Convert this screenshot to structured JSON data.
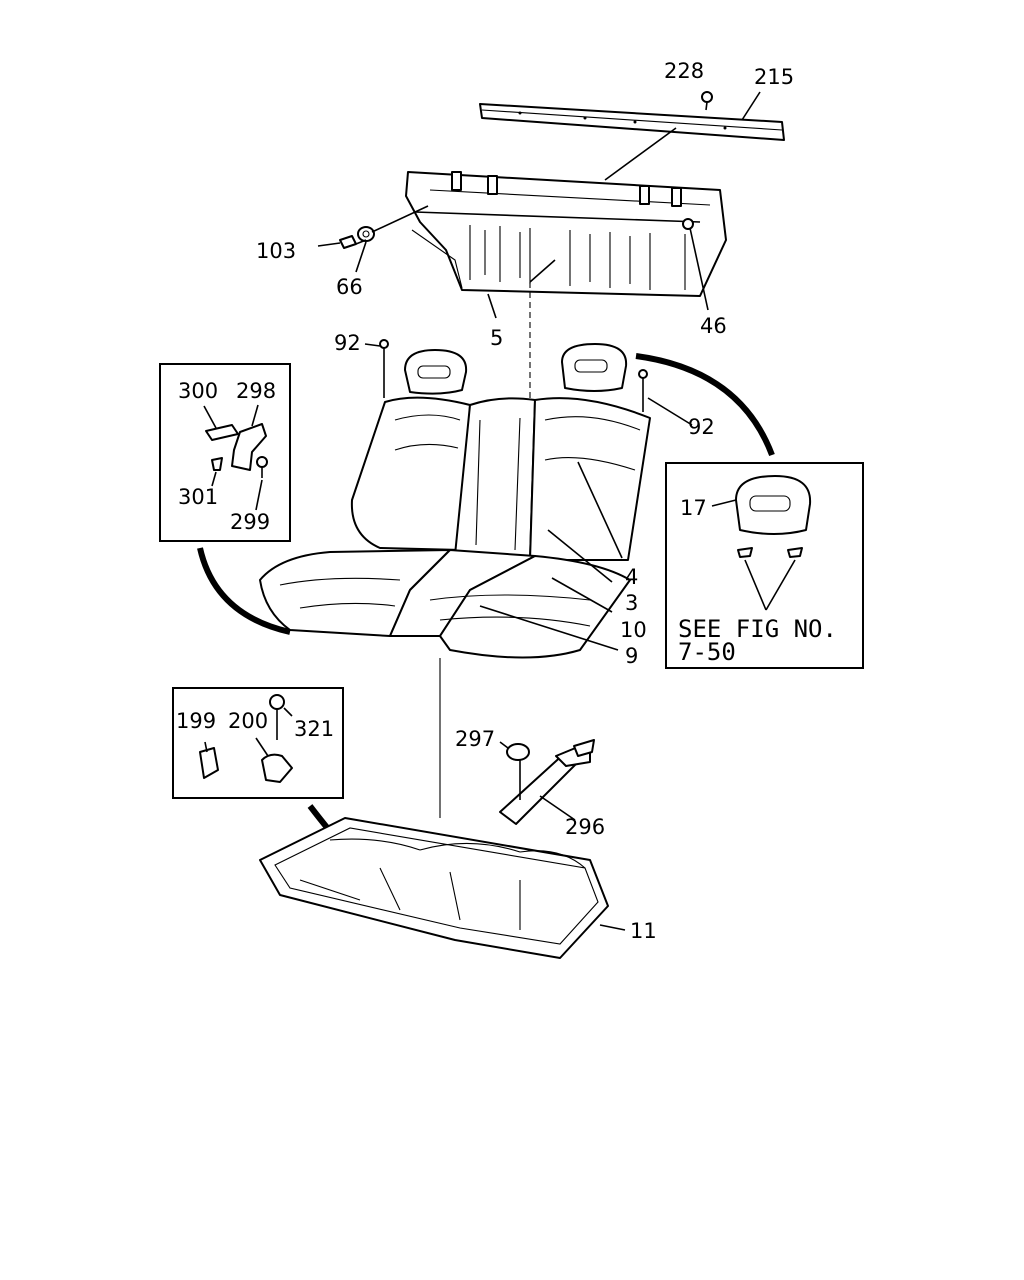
{
  "callouts": {
    "c228": "228",
    "c215": "215",
    "c103": "103",
    "c66": "66",
    "c5": "5",
    "c46": "46",
    "c92a": "92",
    "c92b": "92",
    "c300": "300",
    "c298": "298",
    "c301": "301",
    "c299": "299",
    "c17": "17",
    "c4": "4",
    "c3": "3",
    "c10": "10",
    "c9": "9",
    "c199": "199",
    "c200": "200",
    "c321": "321",
    "c297": "297",
    "c296": "296",
    "c11": "11"
  },
  "reference_note": {
    "line1": "SEE FIG NO.",
    "line2": "7-50"
  }
}
